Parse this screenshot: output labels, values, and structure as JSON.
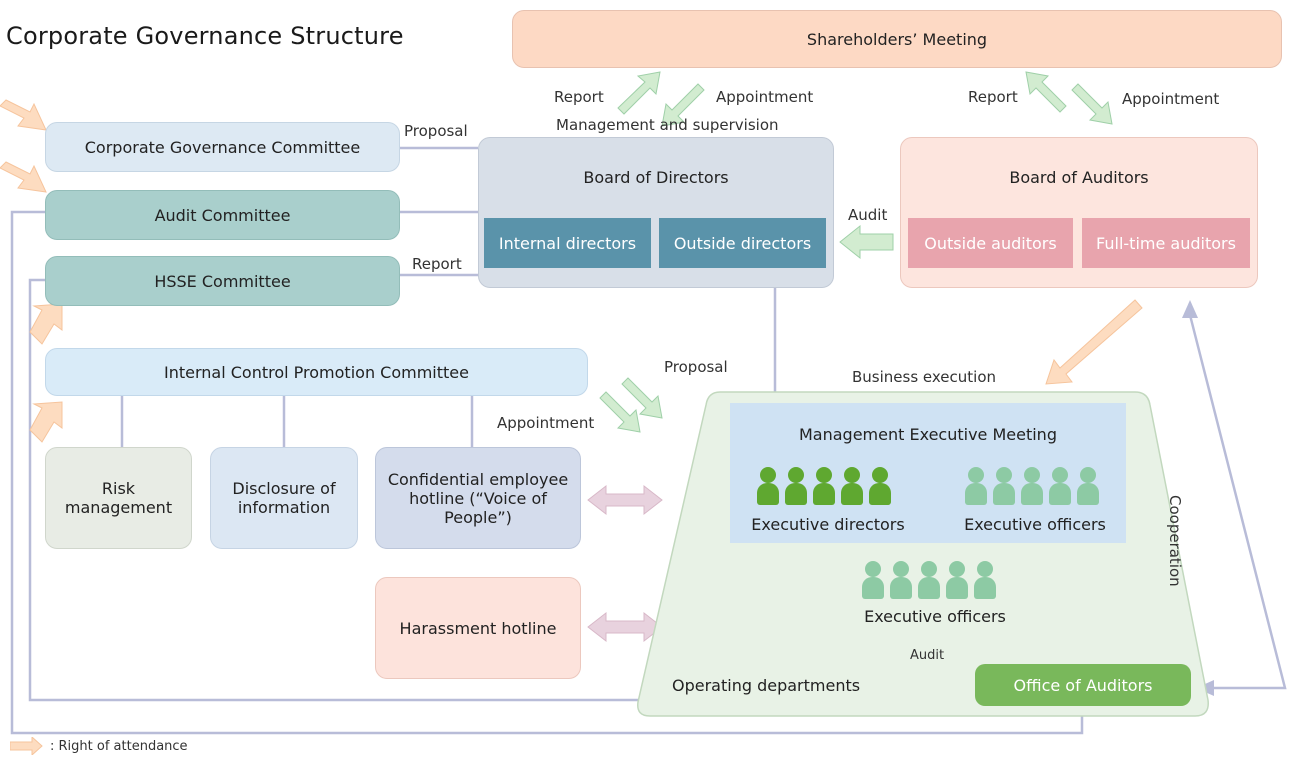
{
  "title": "Corporate Governance Structure",
  "nodes": {
    "shareholders": "Shareholders’ Meeting",
    "cg_committee": "Corporate Governance Committee",
    "audit_committee": "Audit Committee",
    "hsse_committee": "HSSE Committee",
    "board_directors": {
      "title": "Board of Directors",
      "internal": "Internal directors",
      "outside": "Outside directors"
    },
    "board_auditors": {
      "title": "Board of Auditors",
      "outside": "Outside auditors",
      "fulltime": "Full-time auditors"
    },
    "icp_committee": "Internal Control Promotion Committee",
    "risk": "Risk management",
    "disclosure": "Disclosure of information",
    "hotline": "Confidential employee hotline (“Voice of People”)",
    "harassment": "Harassment hotline",
    "mem": {
      "title": "Management Executive Meeting",
      "exec_directors": "Executive directors",
      "exec_officers": "Executive officers"
    },
    "exec_officers_lower": "Executive officers",
    "operating": "Operating departments",
    "office_auditors": "Office of Auditors"
  },
  "labels": {
    "report_left": "Report",
    "appointment_left": "Appointment",
    "mgmt_supervision": "Management and supervision",
    "report_right": "Report",
    "appointment_right": "Appointment",
    "proposal_top": "Proposal",
    "report_hsse": "Report",
    "audit_ba": "Audit",
    "proposal_mid": "Proposal",
    "appointment_mid": "Appointment",
    "business_execution": "Business execution",
    "cooperation": "Cooperation",
    "audit_office": "Audit"
  },
  "legend": {
    "text": ": Right of attendance"
  },
  "colors": {
    "shareholders_fill": "#fdd9c4",
    "committee_light_blue": "#dde9f3",
    "committee_teal": "#a9cfcc",
    "board_directors_fill": "#d8dfe8",
    "director_chip": "#5a93aa",
    "board_auditors_fill": "#fde5de",
    "auditor_chip": "#e8a4ad",
    "icp_fill": "#d9ebf8",
    "risk_fill": "#e8ece5",
    "disclosure_fill": "#dce7f3",
    "hotline_fill": "#d4dcec",
    "harassment_fill": "#fde3dc",
    "operating_fill": "#e8f2e6",
    "mem_fill": "#cfe2f3",
    "office_auditors_fill": "#79b85b",
    "line": "#b8bcd8",
    "green_arrow": "#d2ecd0",
    "peach_arrow": "#fddcc0",
    "pink_arrow": "#e8d2de"
  },
  "icons": [
    "person-icon",
    "right-of-attendance-arrow-icon",
    "double-arrow-icon"
  ]
}
